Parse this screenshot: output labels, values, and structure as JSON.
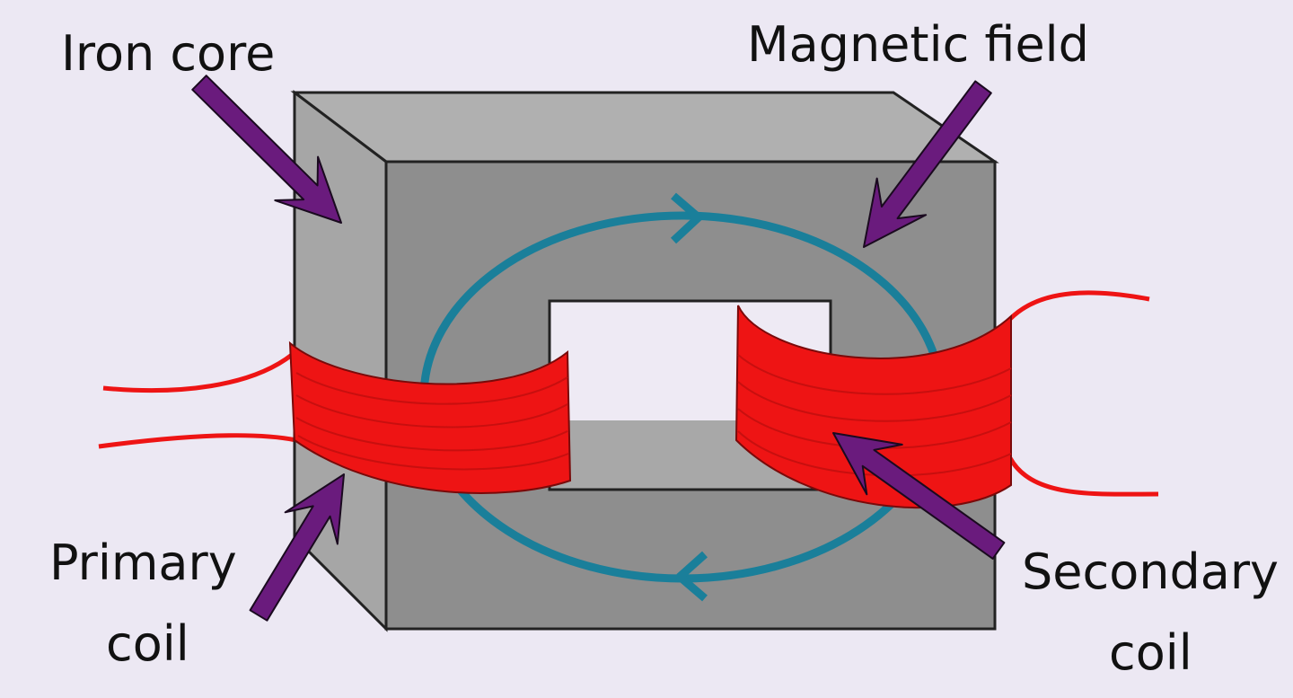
{
  "labels": {
    "iron_core": "Iron core",
    "magnetic_field": "Magnetic field",
    "primary_line1": "Primary",
    "primary_line2": "coil",
    "secondary_line1": "Secondary",
    "secondary_line2": "coil"
  },
  "colors": {
    "background": "#ece8f3",
    "core_front": "#8e8e8e",
    "core_side": "#a6a6a6",
    "core_top": "#b0b0b0",
    "field": "#1a7f9a",
    "coil": "#ee1414",
    "arrow": "#6a1b7d"
  }
}
